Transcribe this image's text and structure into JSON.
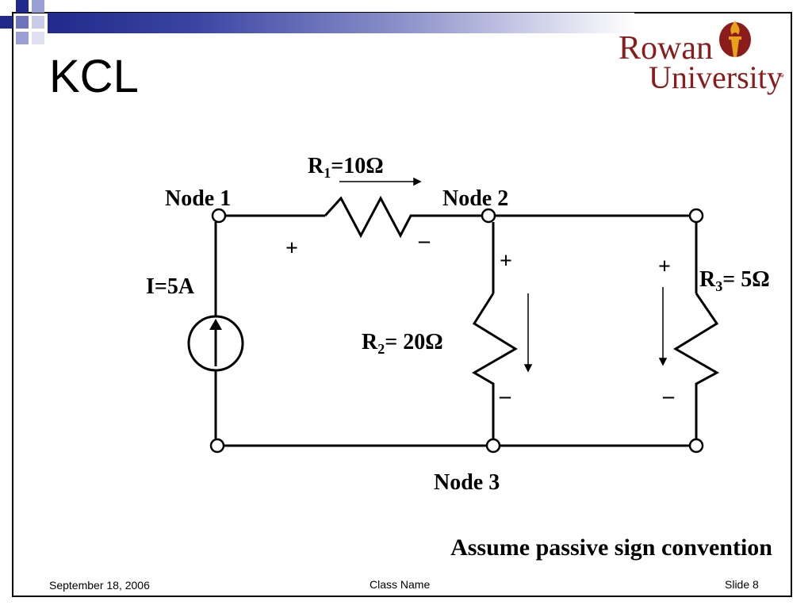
{
  "slide": {
    "title": "KCL",
    "logo_line1": "Rowan",
    "logo_line2": "University",
    "logo_tm": "™"
  },
  "circuit": {
    "node1": "Node 1",
    "node2": "Node 2",
    "node3": "Node 3",
    "source_label": "I=5A",
    "r1": {
      "sym": "R",
      "sub": "1",
      "val": "=10Ω"
    },
    "r2": {
      "sym": "R",
      "sub": "2",
      "val": "= 20Ω"
    },
    "r3": {
      "sym": "R",
      "sub": "3",
      "val": "= 5Ω"
    },
    "plus": "+",
    "minus": "–"
  },
  "note": "Assume passive sign convention",
  "footer": {
    "date": "September 18, 2006",
    "class_name": "Class Name",
    "slide_num": "Slide 8"
  },
  "colors": {
    "accent_blue": "#1f2a8a",
    "logo_red": "#8a1c1c"
  }
}
